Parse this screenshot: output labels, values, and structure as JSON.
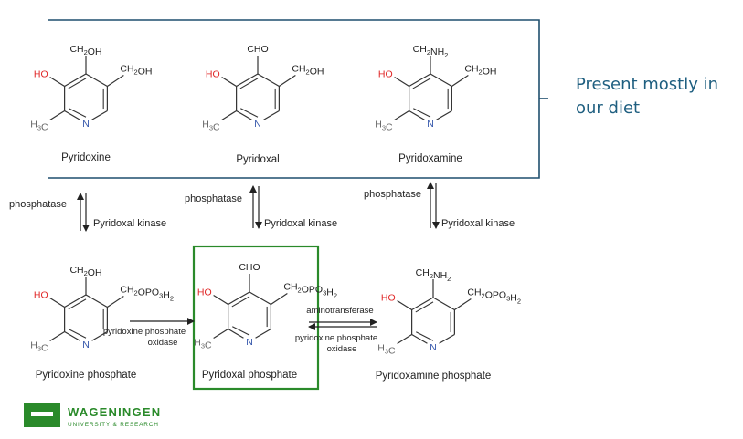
{
  "annotation": {
    "text": "Present mostly in our diet"
  },
  "colors": {
    "bracket": "#1f4f6e",
    "highlight": "#2a8a2a",
    "hydroxyl": "#e02424",
    "text": "#222222",
    "annotation": "#1f5f80",
    "logo": "#2a8a2a"
  },
  "molecules": [
    {
      "name": "Pyridoxine",
      "top": "CH2OH",
      "right": "CH2OH",
      "left": "HO",
      "bottom": "H3C",
      "ring_n": "N"
    },
    {
      "name": "Pyridoxal",
      "top": "CHO",
      "right": "CH2OH",
      "left": "HO",
      "bottom": "H3C",
      "ring_n": "N"
    },
    {
      "name": "Pyridoxamine",
      "top": "CH2NH2",
      "right": "CH2OH",
      "left": "HO",
      "bottom": "H3C",
      "ring_n": "N"
    },
    {
      "name": "Pyridoxine phosphate",
      "top": "CH2OH",
      "right": "CH2OPO3H2",
      "left": "HO",
      "bottom": "H3C",
      "ring_n": "N"
    },
    {
      "name": "Pyridoxal phosphate",
      "top": "CHO",
      "right": "CH2OPO3H2",
      "left": "HO",
      "bottom": "H3C",
      "ring_n": "N"
    },
    {
      "name": "Pyridoxamine phosphate",
      "top": "CH2NH2",
      "right": "CH2OPO3H2",
      "left": "HO",
      "bottom": "H3C",
      "ring_n": "N"
    }
  ],
  "reactions": {
    "phosphatase": "phosphatase",
    "kinase": "Pyridoxal kinase",
    "oxidase_line1": "pyridoxine phosphate",
    "oxidase_line2": "oxidase",
    "aminotransferase": "aminotransferase"
  },
  "logo": {
    "name": "WAGENINGEN",
    "subtitle": "UNIVERSITY & RESEARCH"
  }
}
